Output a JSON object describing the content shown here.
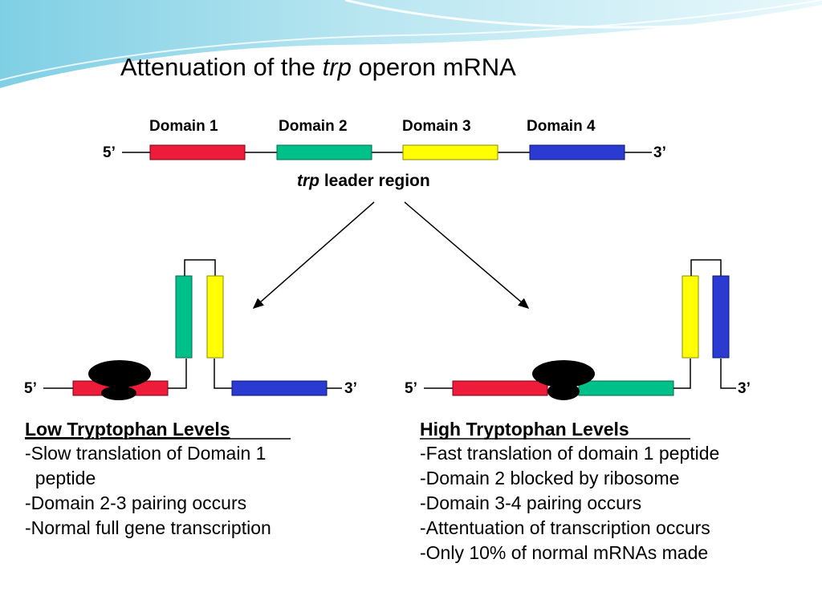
{
  "title": {
    "prefix": "Attenuation of the ",
    "italic": "trp",
    "suffix": " operon mRNA"
  },
  "colors": {
    "domain1": "#ee1c3b",
    "domain2": "#00c08a",
    "domain3": "#ffff00",
    "domain4": "#2b3ad0",
    "ribosome": "#000000",
    "banner_light": "#e4f6fb",
    "banner_mid": "#a7dfee",
    "banner_dark": "#5dbcd8"
  },
  "leader": {
    "domains": [
      "Domain 1",
      "Domain 2",
      "Domain 3",
      "Domain 4"
    ],
    "end5": "5’",
    "end3": "3’",
    "label_italic": "trp",
    "label_rest": " leader region"
  },
  "low": {
    "end5": "5’",
    "end3": "3’",
    "heading": "Low Tryptophan Levels",
    "lines": [
      "-Slow translation of Domain 1",
      "  peptide",
      "-Domain 2-3 pairing occurs",
      "-Normal full gene transcription"
    ]
  },
  "high": {
    "end5": "5’",
    "end3": "3’",
    "heading": "High Tryptophan Levels",
    "lines": [
      "-Fast translation of domain 1 peptide",
      "-Domain 2 blocked by ribosome",
      "-Domain 3-4 pairing occurs",
      "-Attentuation of transcription occurs",
      "-Only 10% of normal mRNAs made"
    ]
  }
}
